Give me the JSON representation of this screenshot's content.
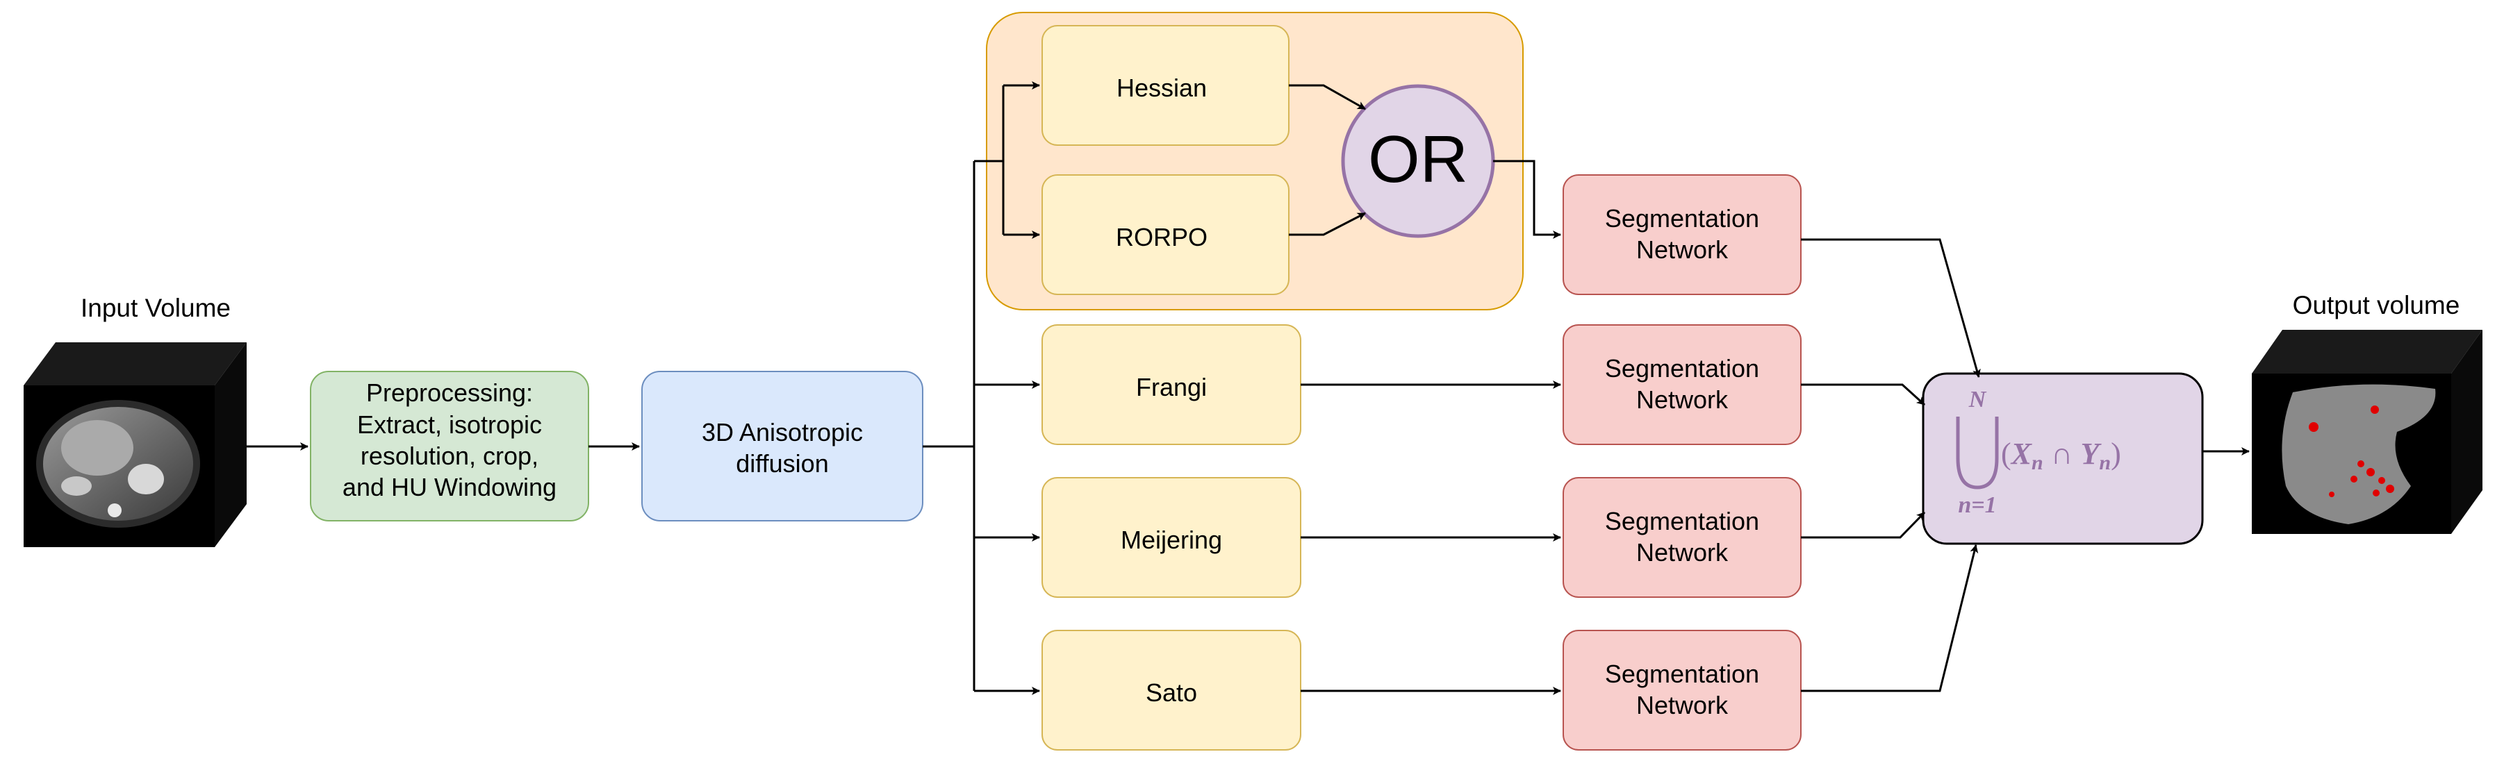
{
  "labels": {
    "input_volume": "Input Volume",
    "output_volume": "Output volume",
    "preprocessing": [
      "Preprocessing:",
      "Extract, isotropic",
      "resolution, crop,",
      "and HU Windowing"
    ],
    "diffusion": [
      "3D Anisotropic",
      "diffusion"
    ],
    "hessian": "Hessian",
    "rorpo": "RORPO",
    "or": "OR",
    "frangi": "Frangi",
    "meijering": "Meijering",
    "sato": "Sato",
    "segmentation_network": [
      "Segmentation",
      "Network"
    ]
  },
  "formula": {
    "upper": "N",
    "lower": "n=1",
    "body_open": "(",
    "x": "X",
    "x_sub": "n",
    "cap": " ∩ ",
    "y": "Y",
    "y_sub": "n",
    "body_close": ")"
  },
  "colors": {
    "green_fill": "#d5e8d4",
    "green_stroke": "#82b366",
    "blue_fill": "#dae8fc",
    "blue_stroke": "#6c8ebf",
    "yellow_fill": "#fff2cc",
    "yellow_stroke": "#d6b656",
    "red_fill": "#f8cecc",
    "red_stroke": "#b85450",
    "orange_fill": "#ffe6cc",
    "orange_stroke": "#d79b00",
    "purple_fill": "#e1d5e7",
    "purple_stroke": "#9673a6",
    "formula_text": "#9673a6"
  }
}
